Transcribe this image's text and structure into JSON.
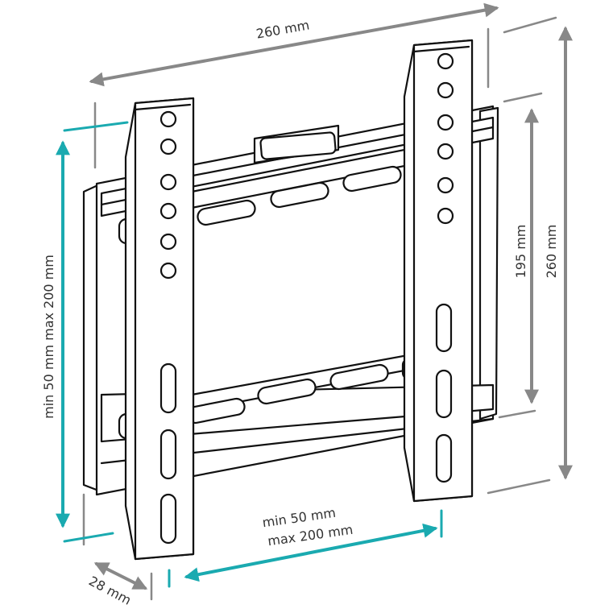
{
  "diagram": {
    "dimensions": {
      "top_width": "260 mm",
      "right_height": "260 mm",
      "rail_span": "195 mm",
      "vertical_range": "min 50 mm max 200 mm",
      "horizontal_range_line1": "min 50 mm",
      "horizontal_range_line2": "max 200 mm",
      "depth": "28 mm"
    },
    "colors": {
      "dimension_gray": "#888888",
      "dimension_teal": "#1aaab0",
      "outline": "#111111",
      "background": "#ffffff"
    }
  }
}
